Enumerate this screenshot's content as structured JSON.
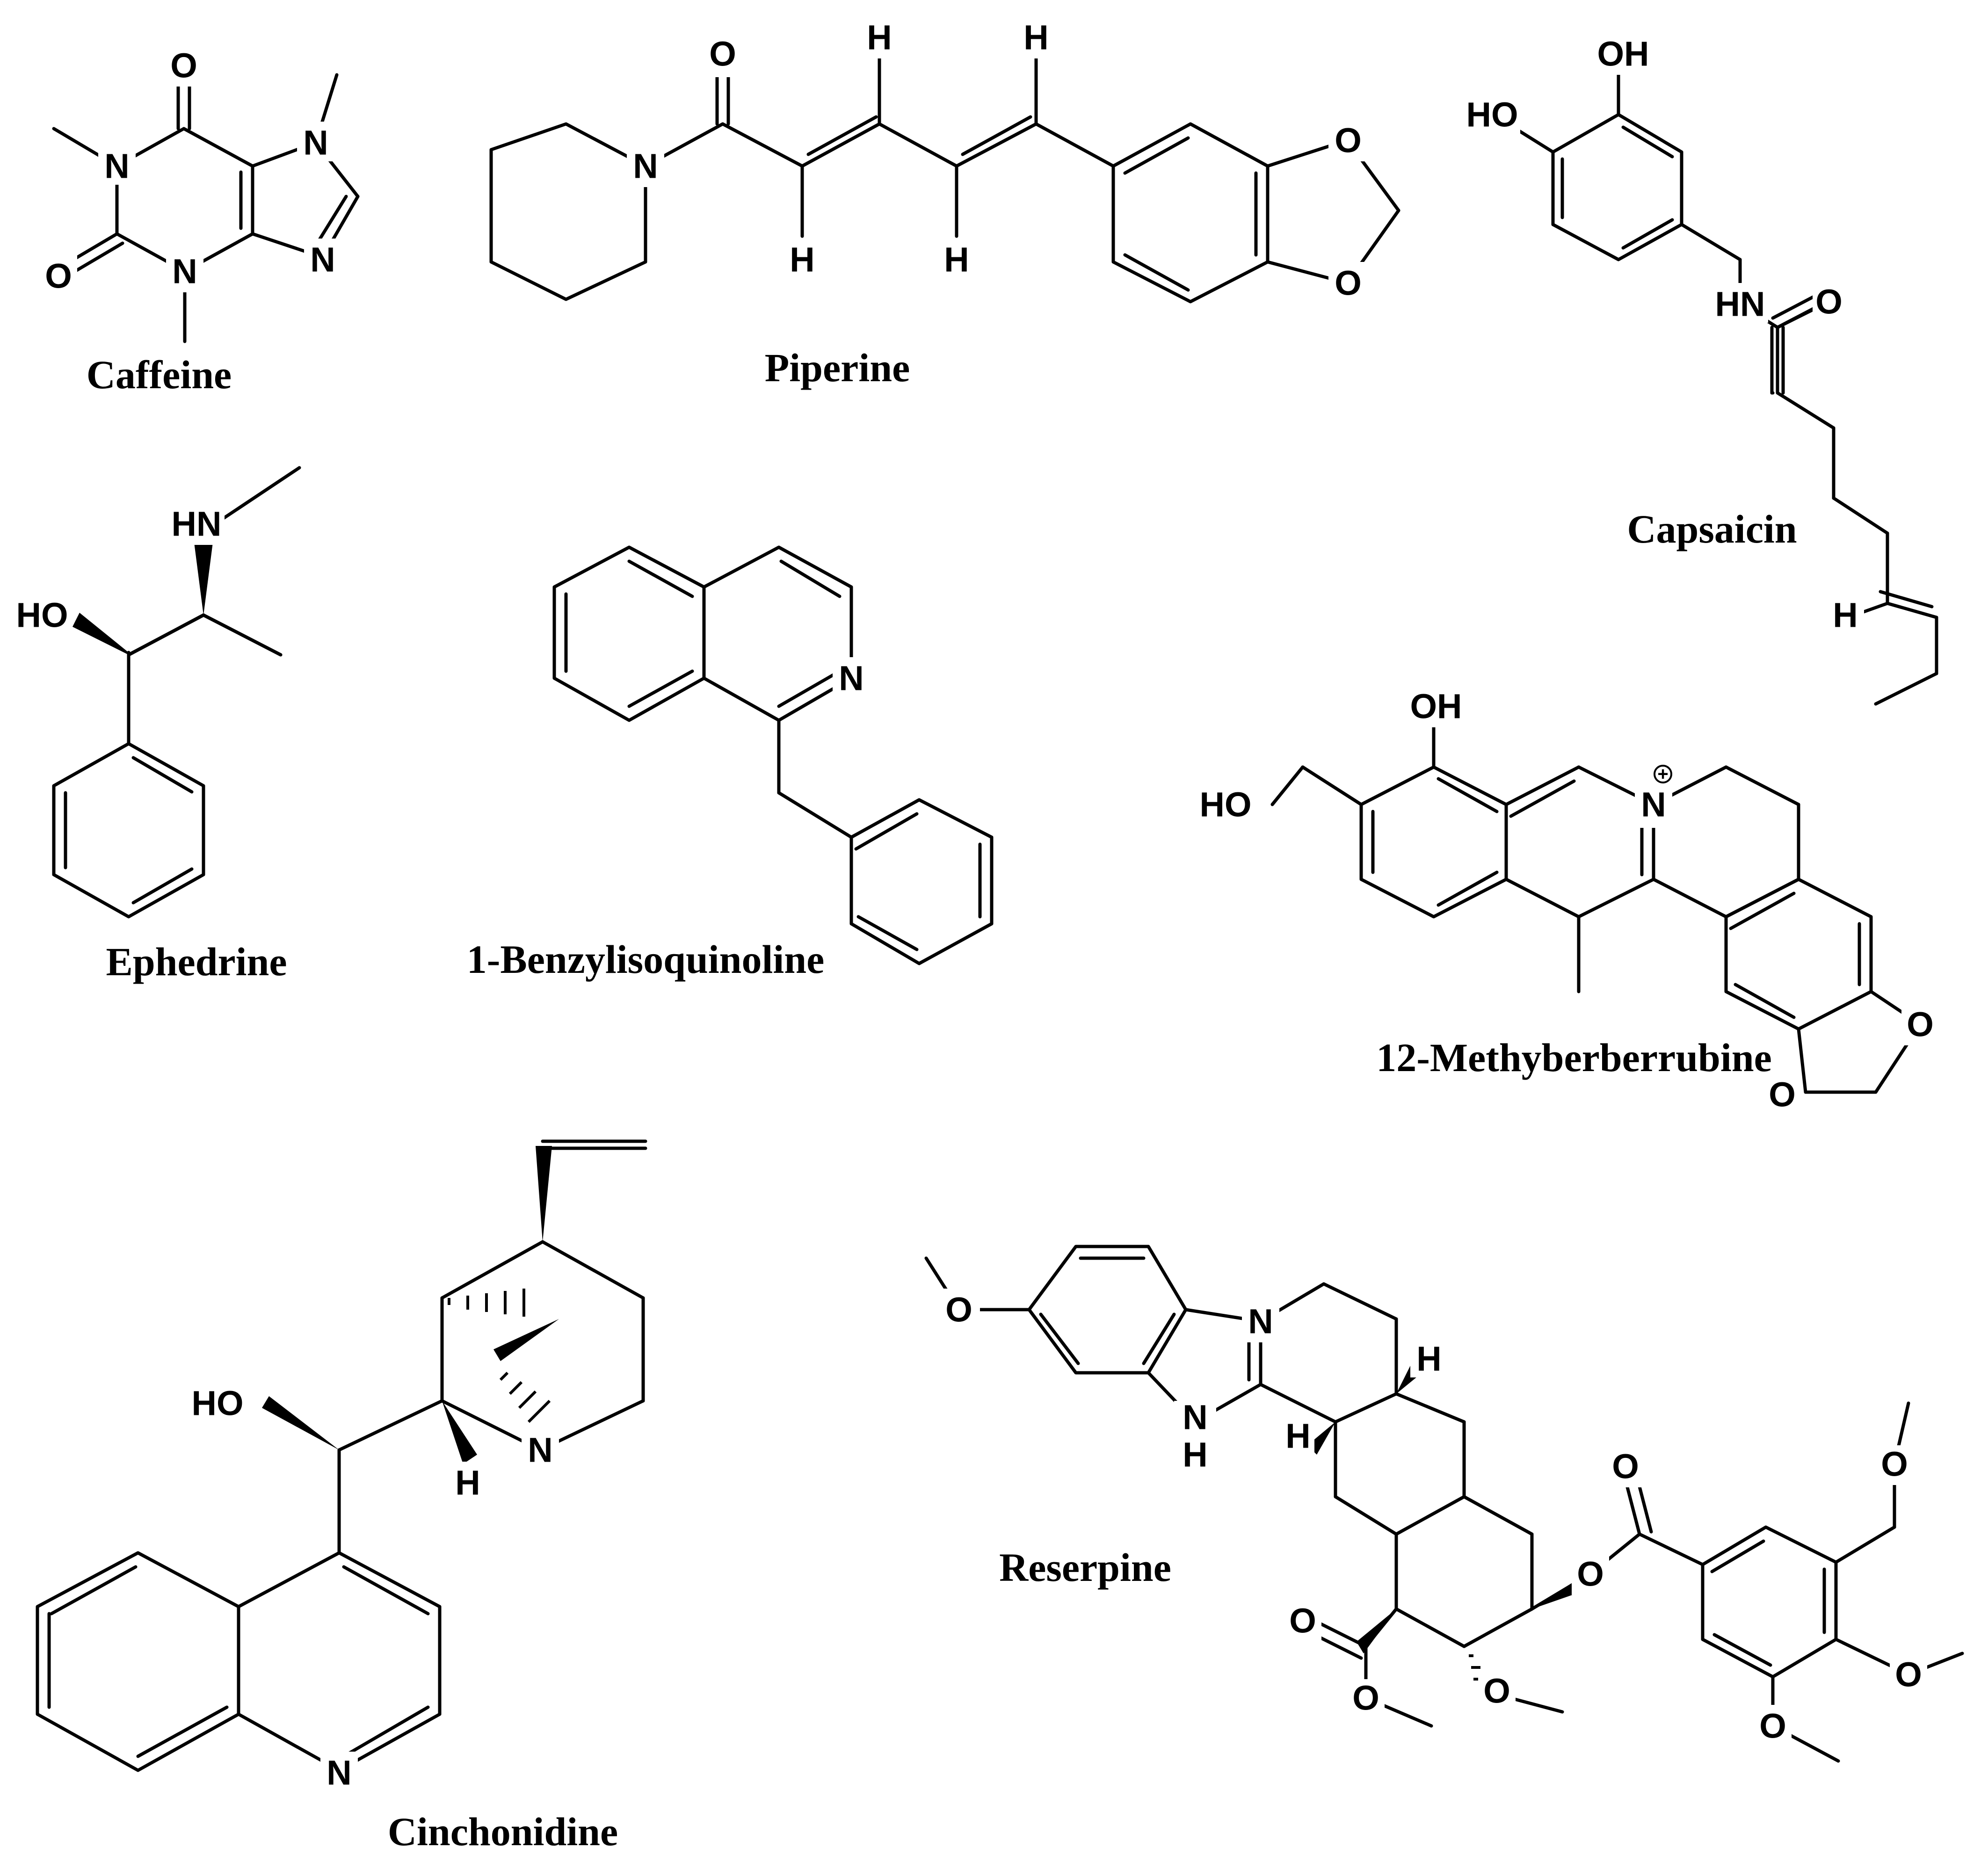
{
  "figure": {
    "compounds": [
      {
        "name": "Caffeine",
        "atoms": {
          "o_top": "O",
          "n1": "N",
          "n7": "N",
          "o_left": "O",
          "n3": "N",
          "n9": "N"
        }
      },
      {
        "name": "Piperine",
        "atoms": {
          "o": "O",
          "n": "N",
          "h1": "H",
          "h2": "H",
          "h3": "H",
          "h4": "H",
          "o_ring1": "O",
          "o_ring2": "O"
        }
      },
      {
        "name": "Capsaicin",
        "atoms": {
          "oh": "OH",
          "ho": "HO",
          "hn": "HN",
          "o": "O",
          "h": "H"
        }
      },
      {
        "name": "Ephedrine",
        "atoms": {
          "hn": "HN",
          "ho": "HO"
        }
      },
      {
        "name": "1-Benzylisoquinoline",
        "atoms": {
          "n": "N"
        }
      },
      {
        "name": "12-Methyberberrubine",
        "atoms": {
          "oh": "OH",
          "ho": "HO",
          "n_plus": "N",
          "charge": "+",
          "o1": "O",
          "o2": "O"
        }
      },
      {
        "name": "Cinchonidine",
        "atoms": {
          "ho": "HO",
          "n_bridge": "N",
          "h": "H",
          "n_ring": "N"
        }
      },
      {
        "name": "Reserpine",
        "atoms": {
          "o_meo": "O",
          "n_imine": "N",
          "nh_n": "N",
          "nh_h": "H",
          "h_right": "H",
          "h_left": "H",
          "o_carbonyl": "O",
          "o_ester_me": "O",
          "o_methoxy": "O",
          "o_ester": "O",
          "o_carbonyl2": "O",
          "o_ar1": "O",
          "o_ar2": "O",
          "o_ar3": "O"
        }
      }
    ]
  }
}
